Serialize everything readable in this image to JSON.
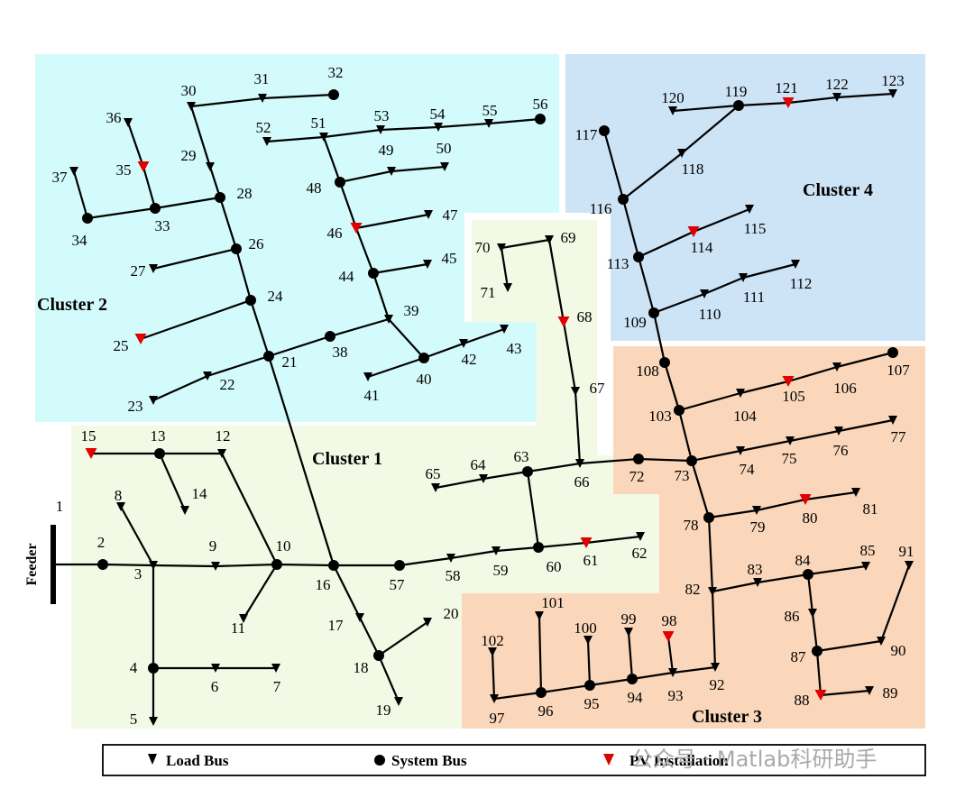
{
  "feeder_label": "Feeder",
  "clusters": [
    {
      "name": "Cluster 1",
      "color": "#f2fae6"
    },
    {
      "name": "Cluster 2",
      "color": "#d4fbfb"
    },
    {
      "name": "Cluster 3",
      "color": "#fad7ba"
    },
    {
      "name": "Cluster 4",
      "color": "#cde3f6"
    }
  ],
  "legend": {
    "load_bus": "Load Bus",
    "system_bus": "System Bus",
    "pv_installation": "PV Installation"
  },
  "colors": {
    "line": "#000000",
    "pv": "#e00000",
    "bus": "#000000"
  },
  "watermark": "公众号 · Matlab科研助手",
  "buses": [
    {
      "id": 1,
      "type": "feeder"
    },
    {
      "id": 2,
      "type": "system"
    },
    {
      "id": 3,
      "type": "load"
    },
    {
      "id": 4,
      "type": "system"
    },
    {
      "id": 5,
      "type": "load"
    },
    {
      "id": 6,
      "type": "load"
    },
    {
      "id": 7,
      "type": "load"
    },
    {
      "id": 8,
      "type": "load"
    },
    {
      "id": 9,
      "type": "load"
    },
    {
      "id": 10,
      "type": "system"
    },
    {
      "id": 11,
      "type": "load"
    },
    {
      "id": 12,
      "type": "load"
    },
    {
      "id": 13,
      "type": "system"
    },
    {
      "id": 14,
      "type": "load"
    },
    {
      "id": 15,
      "type": "pv"
    },
    {
      "id": 16,
      "type": "system"
    },
    {
      "id": 17,
      "type": "load"
    },
    {
      "id": 18,
      "type": "system"
    },
    {
      "id": 19,
      "type": "load"
    },
    {
      "id": 20,
      "type": "load"
    },
    {
      "id": 21,
      "type": "system"
    },
    {
      "id": 22,
      "type": "load"
    },
    {
      "id": 23,
      "type": "load"
    },
    {
      "id": 24,
      "type": "system"
    },
    {
      "id": 25,
      "type": "pv"
    },
    {
      "id": 26,
      "type": "system"
    },
    {
      "id": 27,
      "type": "load"
    },
    {
      "id": 28,
      "type": "system"
    },
    {
      "id": 29,
      "type": "load"
    },
    {
      "id": 30,
      "type": "load"
    },
    {
      "id": 31,
      "type": "load"
    },
    {
      "id": 32,
      "type": "system"
    },
    {
      "id": 33,
      "type": "system"
    },
    {
      "id": 34,
      "type": "system"
    },
    {
      "id": 35,
      "type": "pv"
    },
    {
      "id": 36,
      "type": "load"
    },
    {
      "id": 37,
      "type": "load"
    },
    {
      "id": 38,
      "type": "system"
    },
    {
      "id": 39,
      "type": "load"
    },
    {
      "id": 40,
      "type": "system"
    },
    {
      "id": 41,
      "type": "load"
    },
    {
      "id": 42,
      "type": "load"
    },
    {
      "id": 43,
      "type": "load"
    },
    {
      "id": 44,
      "type": "system"
    },
    {
      "id": 45,
      "type": "load"
    },
    {
      "id": 46,
      "type": "pv"
    },
    {
      "id": 47,
      "type": "load"
    },
    {
      "id": 48,
      "type": "system"
    },
    {
      "id": 49,
      "type": "load"
    },
    {
      "id": 50,
      "type": "load"
    },
    {
      "id": 51,
      "type": "load"
    },
    {
      "id": 52,
      "type": "load"
    },
    {
      "id": 53,
      "type": "load"
    },
    {
      "id": 54,
      "type": "load"
    },
    {
      "id": 55,
      "type": "load"
    },
    {
      "id": 56,
      "type": "system"
    },
    {
      "id": 57,
      "type": "system"
    },
    {
      "id": 58,
      "type": "load"
    },
    {
      "id": 59,
      "type": "load"
    },
    {
      "id": 60,
      "type": "system"
    },
    {
      "id": 61,
      "type": "pv"
    },
    {
      "id": 62,
      "type": "load"
    },
    {
      "id": 63,
      "type": "system"
    },
    {
      "id": 64,
      "type": "load"
    },
    {
      "id": 65,
      "type": "load"
    },
    {
      "id": 66,
      "type": "load"
    },
    {
      "id": 67,
      "type": "load"
    },
    {
      "id": 68,
      "type": "pv"
    },
    {
      "id": 69,
      "type": "load"
    },
    {
      "id": 70,
      "type": "load"
    },
    {
      "id": 71,
      "type": "load"
    },
    {
      "id": 72,
      "type": "system"
    },
    {
      "id": 73,
      "type": "system"
    },
    {
      "id": 74,
      "type": "load"
    },
    {
      "id": 75,
      "type": "load"
    },
    {
      "id": 76,
      "type": "load"
    },
    {
      "id": 77,
      "type": "load"
    },
    {
      "id": 78,
      "type": "system"
    },
    {
      "id": 79,
      "type": "load"
    },
    {
      "id": 80,
      "type": "pv"
    },
    {
      "id": 81,
      "type": "load"
    },
    {
      "id": 82,
      "type": "load"
    },
    {
      "id": 83,
      "type": "load"
    },
    {
      "id": 84,
      "type": "system"
    },
    {
      "id": 85,
      "type": "load"
    },
    {
      "id": 86,
      "type": "load"
    },
    {
      "id": 87,
      "type": "system"
    },
    {
      "id": 88,
      "type": "pv"
    },
    {
      "id": 89,
      "type": "load"
    },
    {
      "id": 90,
      "type": "load"
    },
    {
      "id": 91,
      "type": "load"
    },
    {
      "id": 92,
      "type": "load"
    },
    {
      "id": 93,
      "type": "load"
    },
    {
      "id": 94,
      "type": "system"
    },
    {
      "id": 95,
      "type": "system"
    },
    {
      "id": 96,
      "type": "system"
    },
    {
      "id": 97,
      "type": "load"
    },
    {
      "id": 98,
      "type": "pv"
    },
    {
      "id": 99,
      "type": "load"
    },
    {
      "id": 100,
      "type": "load"
    },
    {
      "id": 101,
      "type": "load"
    },
    {
      "id": 102,
      "type": "load"
    },
    {
      "id": 103,
      "type": "system"
    },
    {
      "id": 104,
      "type": "load"
    },
    {
      "id": 105,
      "type": "pv"
    },
    {
      "id": 106,
      "type": "load"
    },
    {
      "id": 107,
      "type": "system"
    },
    {
      "id": 108,
      "type": "system"
    },
    {
      "id": 109,
      "type": "system"
    },
    {
      "id": 110,
      "type": "load"
    },
    {
      "id": 111,
      "type": "load"
    },
    {
      "id": 112,
      "type": "load"
    },
    {
      "id": 113,
      "type": "system"
    },
    {
      "id": 114,
      "type": "pv"
    },
    {
      "id": 115,
      "type": "load"
    },
    {
      "id": 116,
      "type": "system"
    },
    {
      "id": 117,
      "type": "system"
    },
    {
      "id": 118,
      "type": "load"
    },
    {
      "id": 119,
      "type": "system"
    },
    {
      "id": 120,
      "type": "load"
    },
    {
      "id": 121,
      "type": "pv"
    },
    {
      "id": 122,
      "type": "load"
    },
    {
      "id": 123,
      "type": "load"
    }
  ],
  "branches": [
    [
      1,
      2
    ],
    [
      2,
      3
    ],
    [
      3,
      4
    ],
    [
      4,
      5
    ],
    [
      4,
      6
    ],
    [
      6,
      7
    ],
    [
      3,
      8
    ],
    [
      3,
      9
    ],
    [
      9,
      10
    ],
    [
      10,
      11
    ],
    [
      10,
      12
    ],
    [
      12,
      13
    ],
    [
      13,
      14
    ],
    [
      13,
      15
    ],
    [
      10,
      16
    ],
    [
      16,
      17
    ],
    [
      17,
      18
    ],
    [
      18,
      19
    ],
    [
      18,
      20
    ],
    [
      16,
      21
    ],
    [
      21,
      22
    ],
    [
      22,
      23
    ],
    [
      21,
      24
    ],
    [
      24,
      25
    ],
    [
      24,
      26
    ],
    [
      26,
      27
    ],
    [
      26,
      28
    ],
    [
      28,
      29
    ],
    [
      29,
      30
    ],
    [
      30,
      31
    ],
    [
      31,
      32
    ],
    [
      28,
      33
    ],
    [
      33,
      34
    ],
    [
      34,
      37
    ],
    [
      33,
      35
    ],
    [
      35,
      36
    ],
    [
      21,
      38
    ],
    [
      38,
      39
    ],
    [
      39,
      40
    ],
    [
      40,
      41
    ],
    [
      40,
      42
    ],
    [
      42,
      43
    ],
    [
      39,
      44
    ],
    [
      44,
      45
    ],
    [
      44,
      46
    ],
    [
      46,
      47
    ],
    [
      46,
      48
    ],
    [
      48,
      49
    ],
    [
      49,
      50
    ],
    [
      48,
      51
    ],
    [
      51,
      52
    ],
    [
      51,
      53
    ],
    [
      53,
      54
    ],
    [
      54,
      55
    ],
    [
      55,
      56
    ],
    [
      16,
      57
    ],
    [
      57,
      58
    ],
    [
      58,
      59
    ],
    [
      59,
      60
    ],
    [
      60,
      61
    ],
    [
      61,
      62
    ],
    [
      60,
      63
    ],
    [
      63,
      64
    ],
    [
      64,
      65
    ],
    [
      63,
      66
    ],
    [
      66,
      67
    ],
    [
      67,
      68
    ],
    [
      68,
      69
    ],
    [
      69,
      70
    ],
    [
      70,
      71
    ],
    [
      66,
      72
    ],
    [
      72,
      73
    ],
    [
      73,
      74
    ],
    [
      74,
      75
    ],
    [
      75,
      76
    ],
    [
      76,
      77
    ],
    [
      73,
      78
    ],
    [
      78,
      79
    ],
    [
      79,
      80
    ],
    [
      80,
      81
    ],
    [
      78,
      82
    ],
    [
      82,
      83
    ],
    [
      83,
      84
    ],
    [
      84,
      85
    ],
    [
      84,
      86
    ],
    [
      86,
      87
    ],
    [
      87,
      88
    ],
    [
      88,
      89
    ],
    [
      87,
      90
    ],
    [
      90,
      91
    ],
    [
      82,
      92
    ],
    [
      92,
      93
    ],
    [
      93,
      94
    ],
    [
      94,
      95
    ],
    [
      95,
      96
    ],
    [
      96,
      97
    ],
    [
      97,
      102
    ],
    [
      96,
      101
    ],
    [
      95,
      100
    ],
    [
      94,
      99
    ],
    [
      93,
      98
    ],
    [
      73,
      103
    ],
    [
      103,
      104
    ],
    [
      104,
      105
    ],
    [
      105,
      106
    ],
    [
      106,
      107
    ],
    [
      103,
      108
    ],
    [
      108,
      109
    ],
    [
      109,
      110
    ],
    [
      110,
      111
    ],
    [
      111,
      112
    ],
    [
      109,
      113
    ],
    [
      113,
      114
    ],
    [
      114,
      115
    ],
    [
      113,
      116
    ],
    [
      116,
      117
    ],
    [
      116,
      118
    ],
    [
      118,
      119
    ],
    [
      119,
      120
    ],
    [
      119,
      121
    ],
    [
      121,
      122
    ],
    [
      122,
      123
    ]
  ]
}
